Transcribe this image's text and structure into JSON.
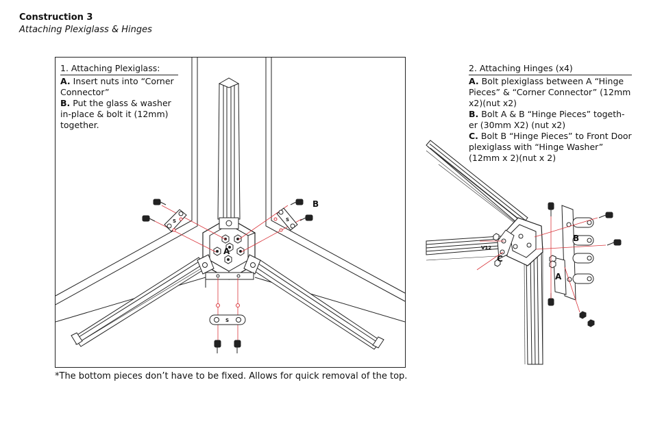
{
  "header": {
    "title": "Construction 3",
    "subtitle": "Attaching Plexiglass & Hinges"
  },
  "step1": {
    "heading": "1. Attaching Plexiglass:",
    "a_label": "A.",
    "a_text": " Insert nuts into “Corner Connector”",
    "b_label": "B.",
    "b_text": " Put the glass & washer in-place & bolt it (12mm) together.",
    "callouts": {
      "a": "A",
      "b": "B"
    }
  },
  "step2": {
    "heading": "2. Attaching Hinges (x4)",
    "a_label": "A.",
    "a_text": " Bolt plexiglass between A “Hinge Pieces” & “Corner Connector” (12mm x2)(nut x2)",
    "b_label": "B.",
    "b_text": " Bolt A & B “Hinge Pieces” togeth-er (30mm X2) (nut x2)",
    "c_label": "C.",
    "c_text": " Bolt B “Hinge Pieces” to Front Door plexiglass with “Hinge Washer” (12mm x 2)(nut x 2)",
    "callouts": {
      "a": "A",
      "b": "B",
      "c": "C"
    }
  },
  "footnote": "*The bottom pieces don’t have to be fixed. Allows for quick removal of the top.",
  "part_marks": {
    "washer_bottom": "S",
    "washer_left": "S",
    "washer_right": "S",
    "profile": "V12"
  },
  "colors": {
    "line": "#222222",
    "guide": "#d9343a",
    "background": "#ffffff"
  }
}
